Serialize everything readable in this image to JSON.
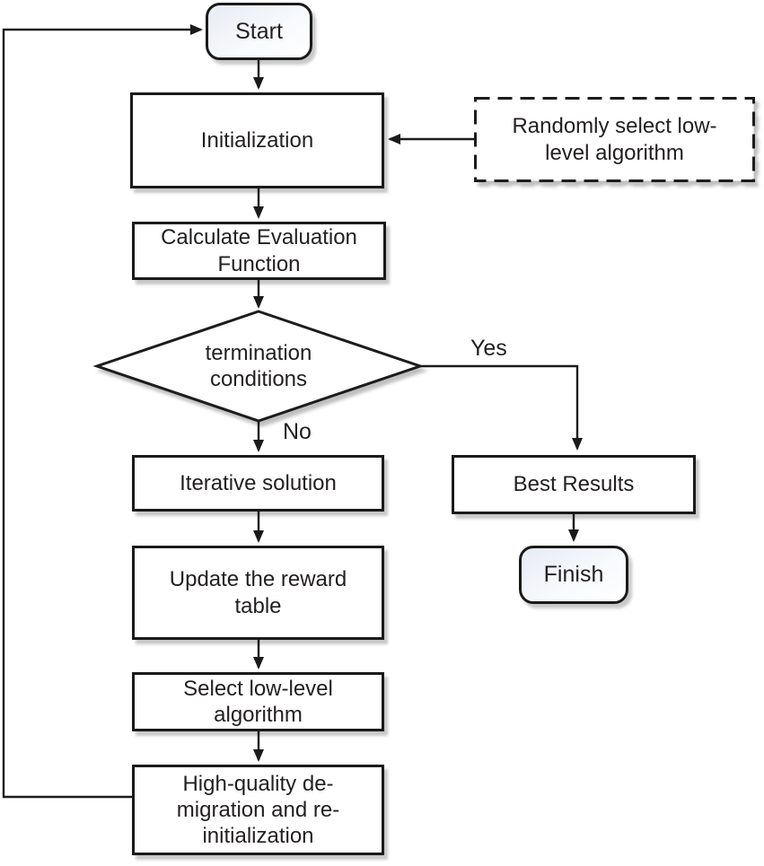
{
  "diagram_type": "flowchart",
  "colors": {
    "stroke": "#1a1a1a",
    "node_fill": "#ffffff",
    "terminal_gradient_top": "#e7ebf4",
    "text": "#231f20",
    "background": "#ffffff"
  },
  "nodes": {
    "start": {
      "label": "Start"
    },
    "initialization": {
      "label": "Initialization"
    },
    "randomly_select": {
      "label": "Randomly select low-level algorithm"
    },
    "calculate_evaluation": {
      "label": "Calculate Evaluation Function"
    },
    "termination_conditions": {
      "label": "termination conditions"
    },
    "iterative_solution": {
      "label": "Iterative solution"
    },
    "update_reward_table": {
      "label": "Update the reward table"
    },
    "select_low_level": {
      "label": "Select low-level algorithm"
    },
    "high_quality": {
      "label": "High-quality de-migration and re-initialization"
    },
    "best_results": {
      "label": "Best Results"
    },
    "finish": {
      "label": "Finish"
    }
  },
  "edge_labels": {
    "yes": "Yes",
    "no": "No"
  }
}
